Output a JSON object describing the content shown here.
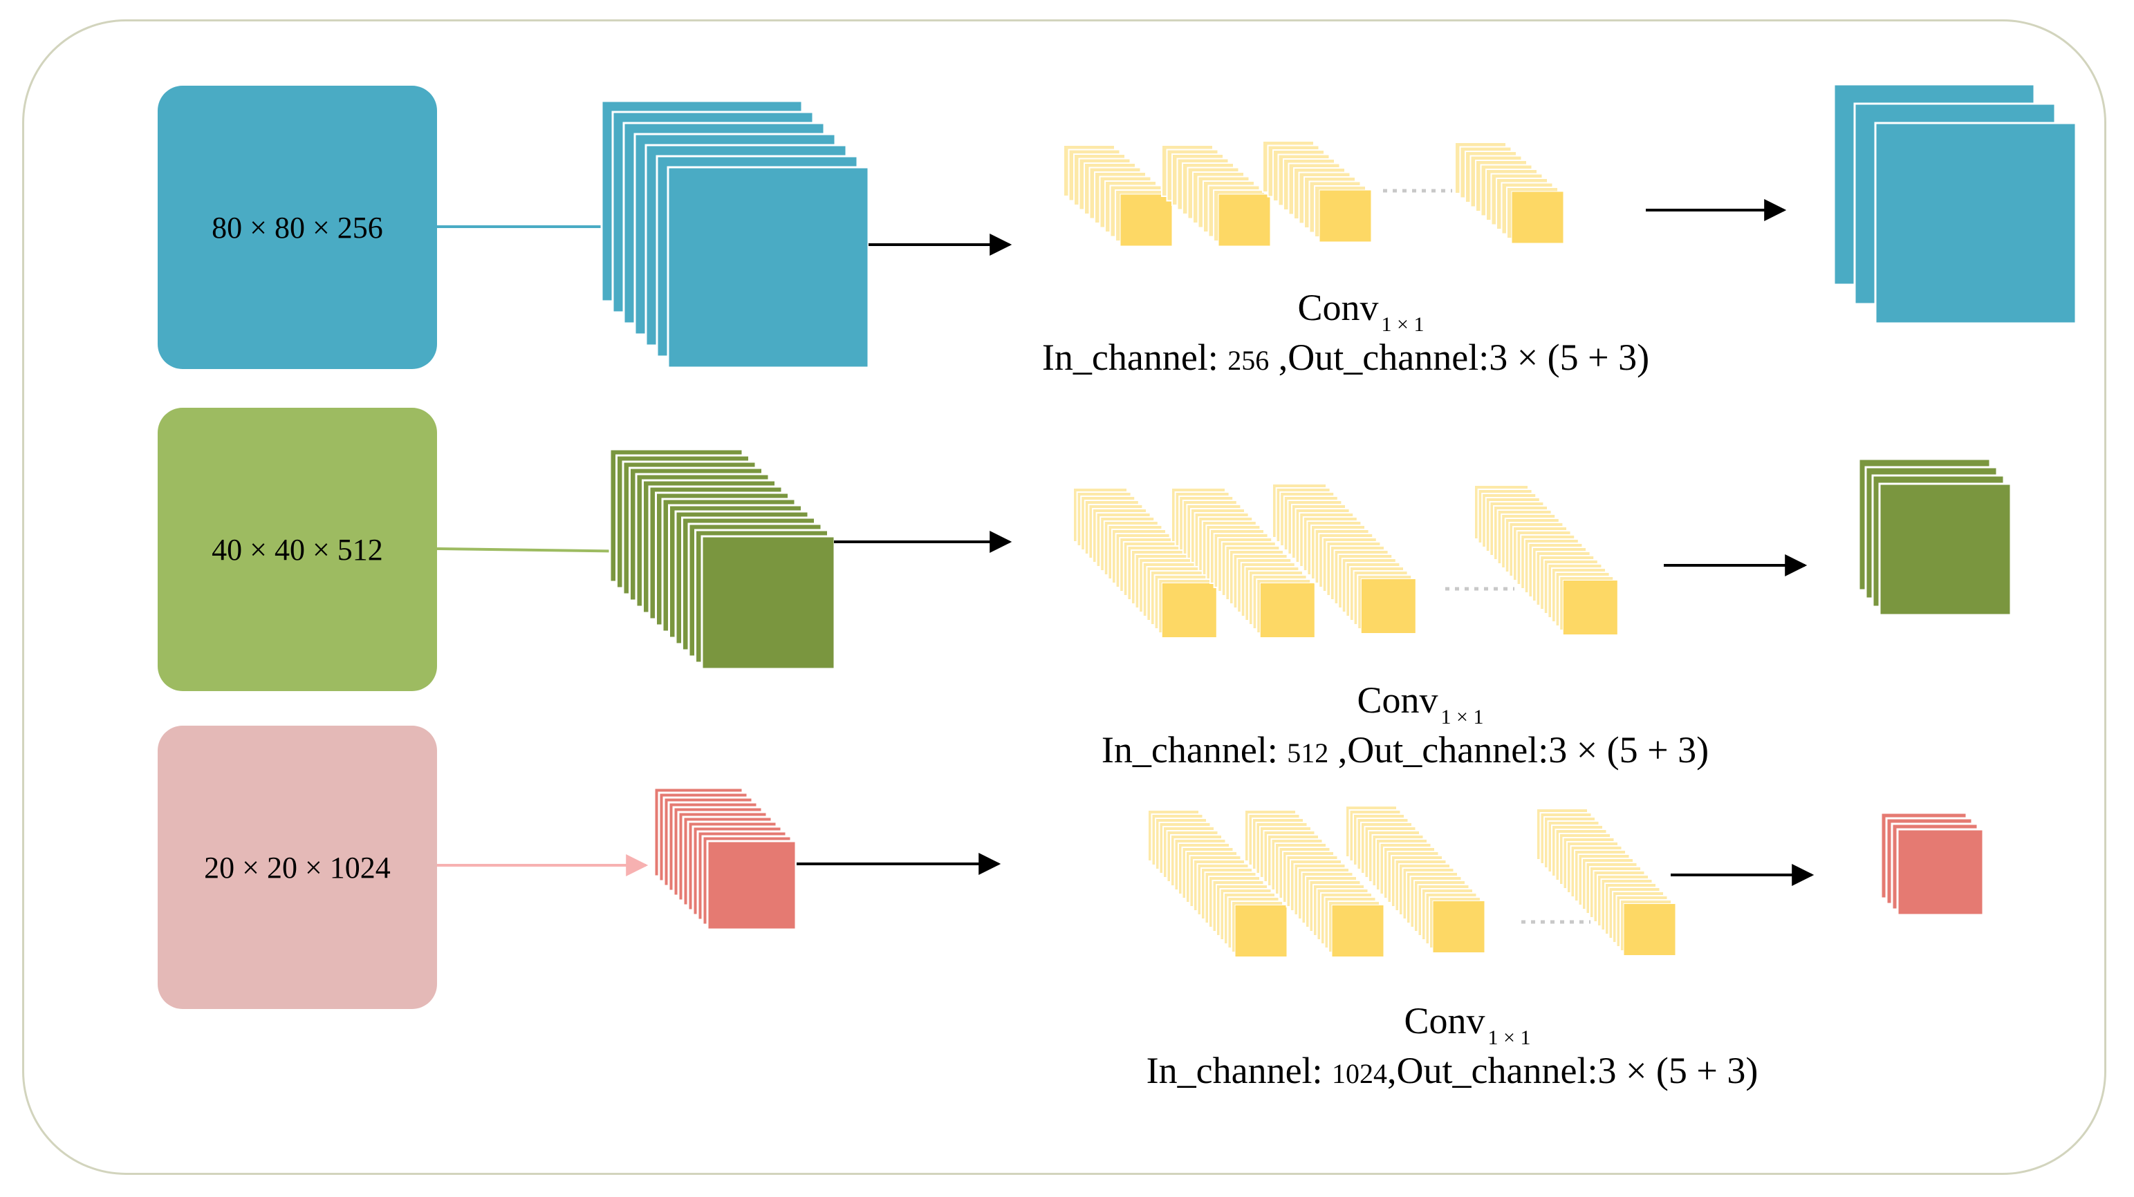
{
  "colors": {
    "blue": "#4aabc4",
    "green": "#7a963f",
    "green_light": "#9dbb61",
    "red": "#e57a72",
    "pink": "#e4b9b7",
    "yellow": "#fdd865",
    "yellow_light": "#fde9a8",
    "arrow": "#000000",
    "frame": "#d2d4bd"
  },
  "rows": [
    {
      "id": "p3",
      "size_label": "80 × 80 × 256",
      "conv": {
        "op": "Conv",
        "kernel": "1 × 1",
        "in_label": "In_channel: ",
        "in_value": "256",
        "out_label": " ,Out_channel:3 × (5 + 3)"
      }
    },
    {
      "id": "p4",
      "size_label": "40 × 40 × 512",
      "conv": {
        "op": "Conv",
        "kernel": "1 × 1",
        "in_label": "In_channel: ",
        "in_value": "512",
        "out_label": " ,Out_channel:3 × (5 + 3)"
      }
    },
    {
      "id": "p5",
      "size_label": "20 × 20 × 1024",
      "conv": {
        "op": "Conv",
        "kernel": "1 × 1",
        "in_label": "In_channel: ",
        "in_value": "1024",
        "out_label": ",Out_channel:3 × (5 + 3)"
      }
    }
  ]
}
